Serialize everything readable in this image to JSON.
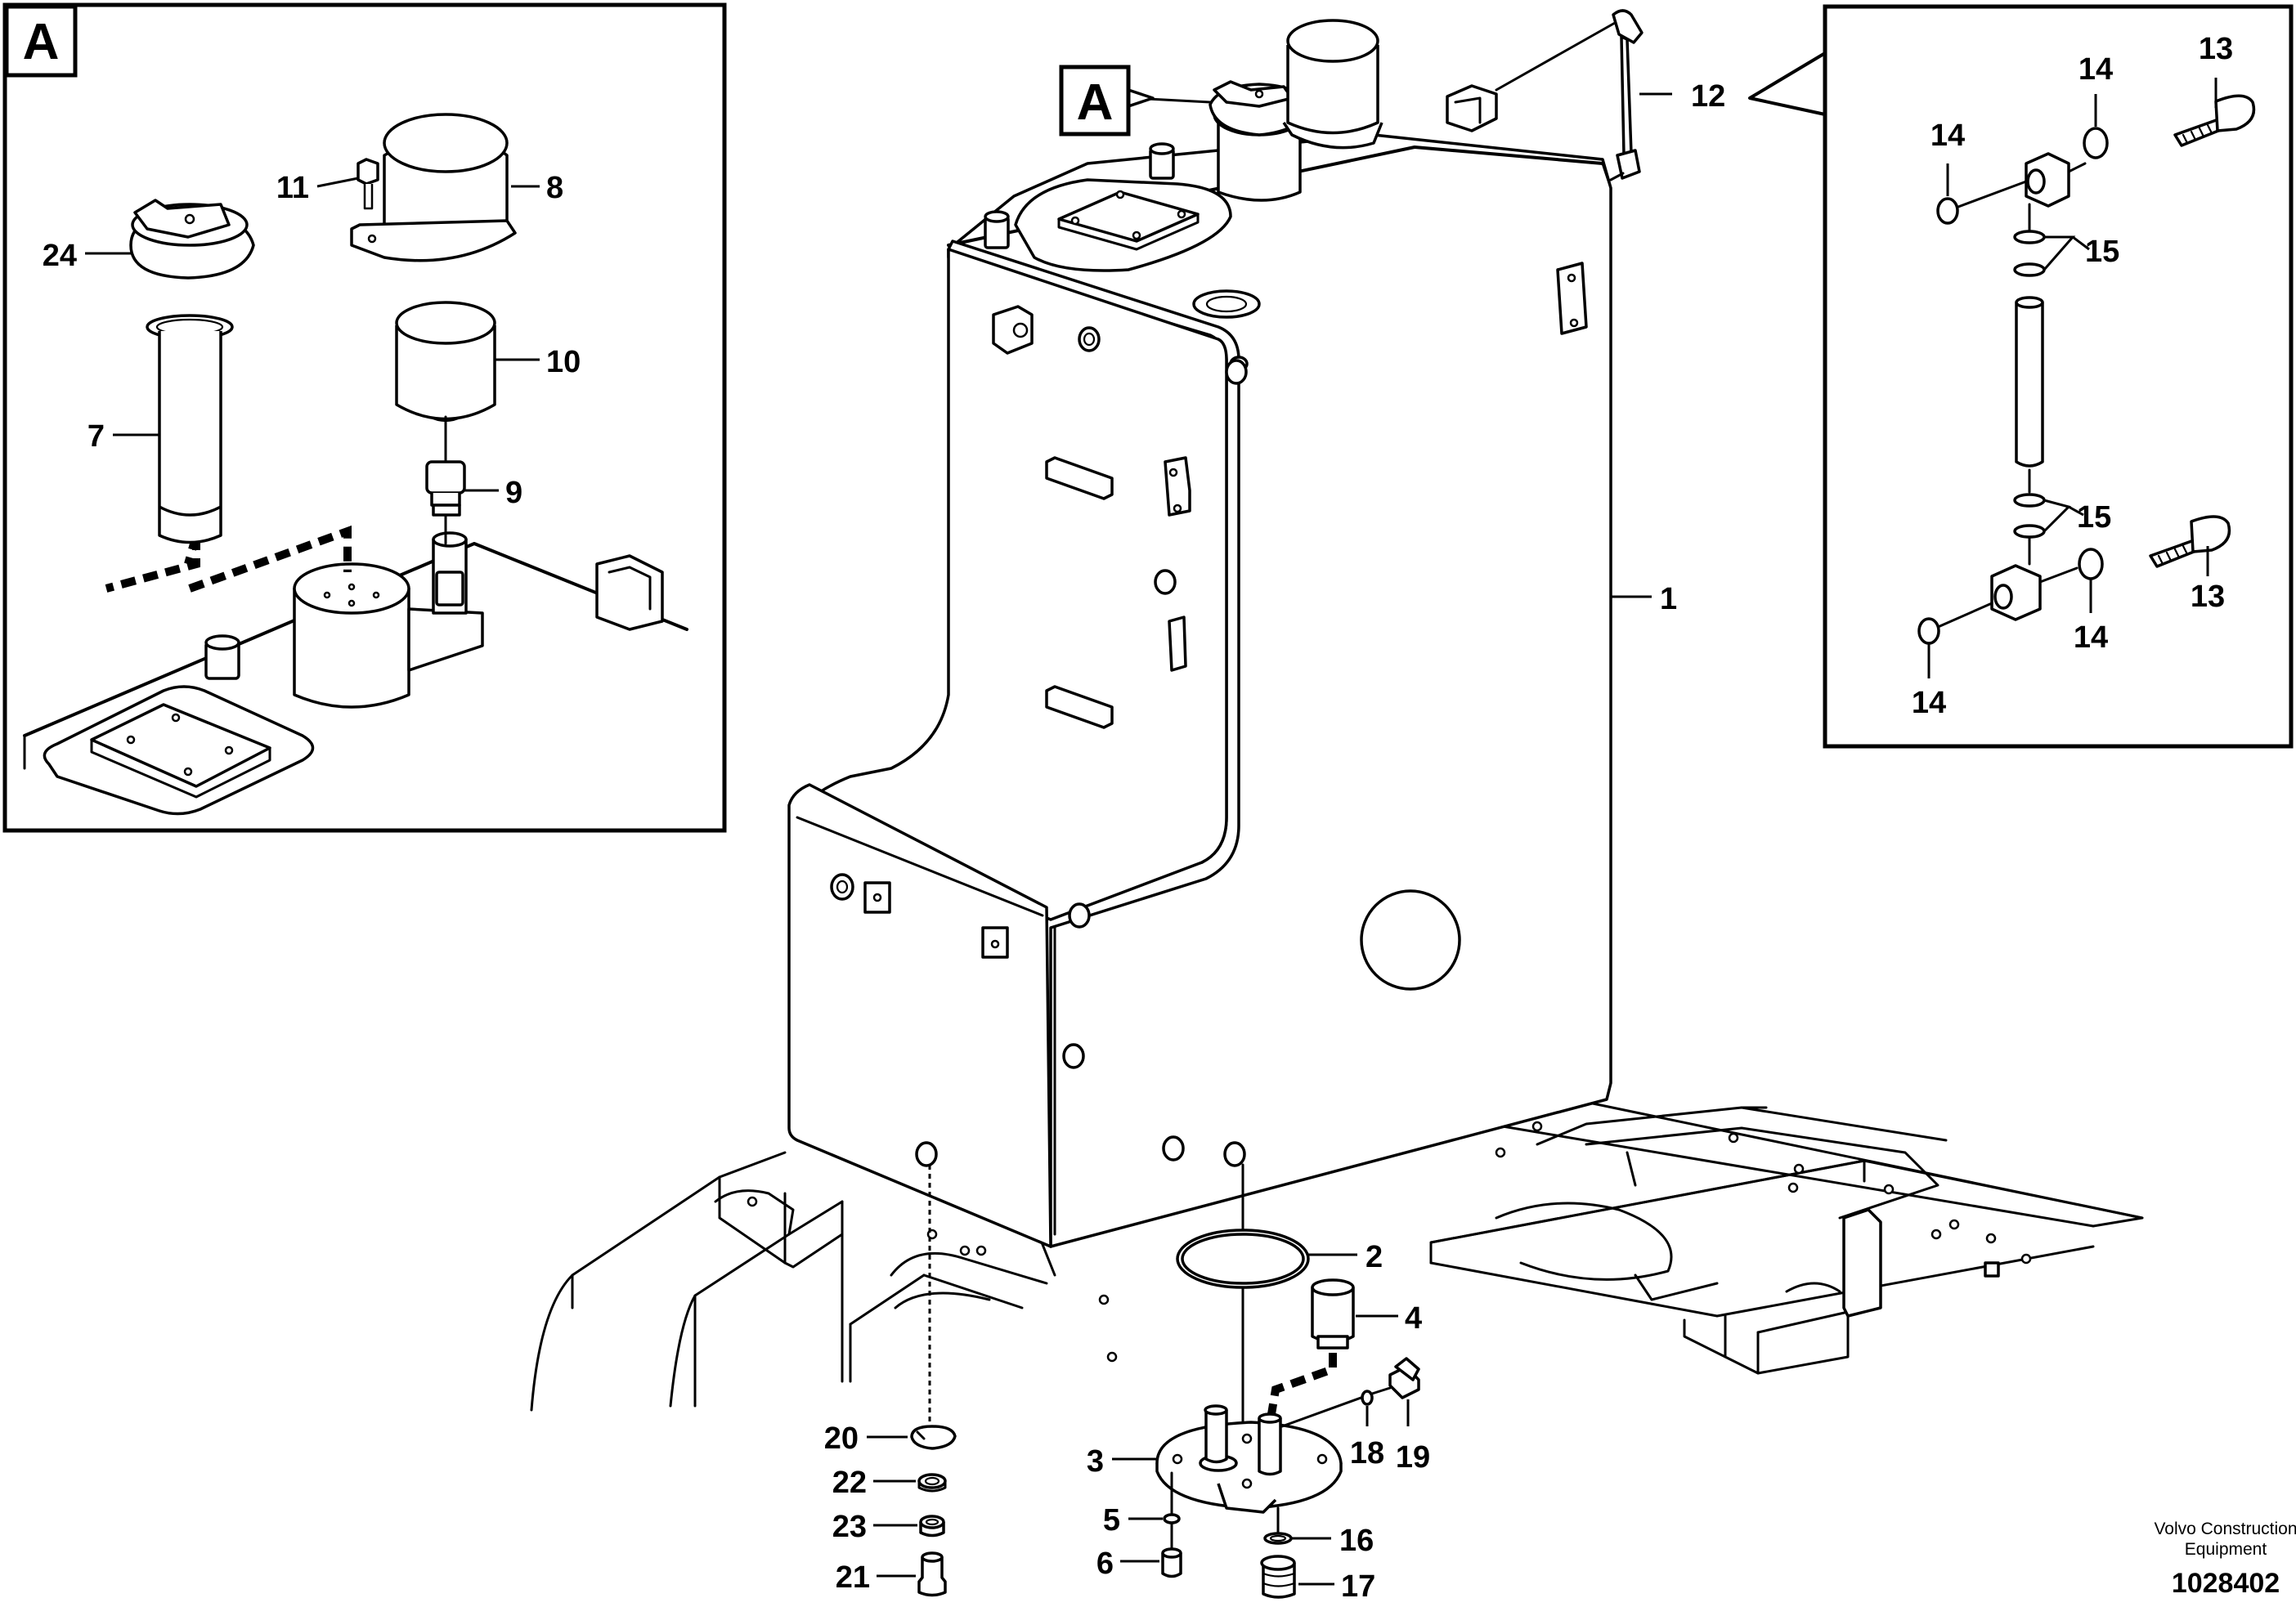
{
  "detail_view": {
    "marker": "A",
    "callout_marker": "A"
  },
  "part_labels": {
    "p1": "1",
    "p2": "2",
    "p3": "3",
    "p4": "4",
    "p5": "5",
    "p6": "6",
    "p7": "7",
    "p8": "8",
    "p9": "9",
    "p10": "10",
    "p11": "11",
    "p12": "12",
    "p13a": "13",
    "p13b": "13",
    "p14a": "14",
    "p14b": "14",
    "p14c": "14",
    "p14d": "14",
    "p15a": "15",
    "p15b": "15",
    "p16": "16",
    "p17": "17",
    "p18": "18",
    "p19": "19",
    "p20": "20",
    "p21": "21",
    "p22": "22",
    "p23": "23",
    "p24": "24"
  },
  "footer": {
    "company_line1": "Volvo Construction",
    "company_line2": "Equipment",
    "drawing_number": "1028402"
  }
}
